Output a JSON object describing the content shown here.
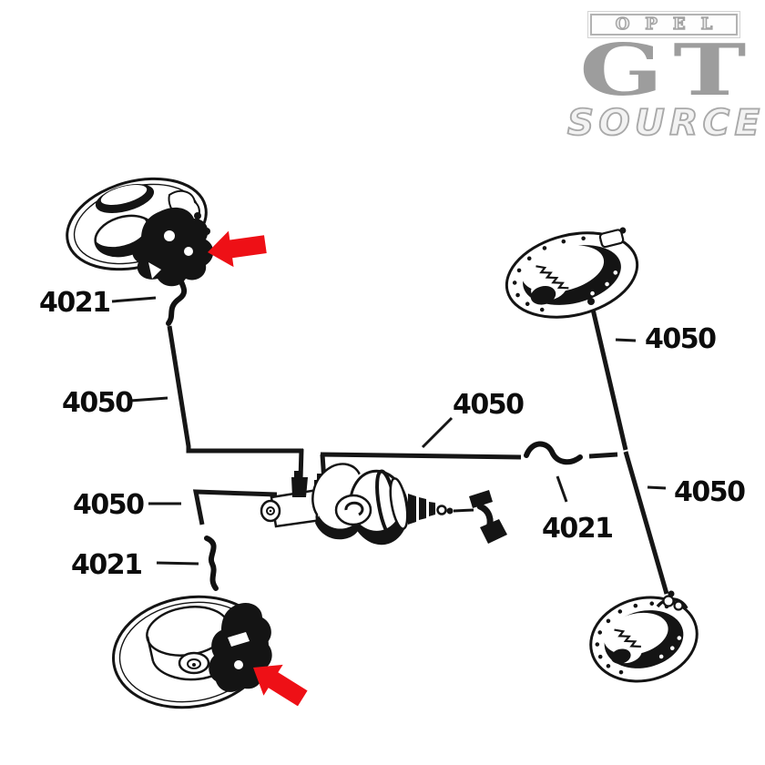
{
  "logo": {
    "opel": "OPEL",
    "gt": "GT",
    "source": "SOURCE"
  },
  "colors": {
    "diagram_line": "#161616",
    "arrow_red": "#ee1016",
    "logo_gray": "#9d9d9d",
    "background": "#ffffff"
  },
  "callouts": [
    {
      "text": "4021",
      "target": "front-left-brake-hose"
    },
    {
      "text": "4050",
      "target": "front-left-brake-line"
    },
    {
      "text": "4050",
      "target": "front-left-lower-brake-line"
    },
    {
      "text": "4021",
      "target": "front-left-lower-brake-hose"
    },
    {
      "text": "4050",
      "target": "center-brake-line"
    },
    {
      "text": "4021",
      "target": "center-brake-hose"
    },
    {
      "text": "4050",
      "target": "rear-right-upper-brake-line"
    },
    {
      "text": "4050",
      "target": "rear-right-lower-brake-line"
    }
  ],
  "illustrations": [
    "front-disc-brake-with-caliper-top-left",
    "rear-drum-brake-shoes-top-right",
    "master-cylinder-booster-and-pedal-center",
    "front-disc-brake-with-caliper-bottom-left",
    "rear-drum-brake-shoes-bottom-right"
  ]
}
